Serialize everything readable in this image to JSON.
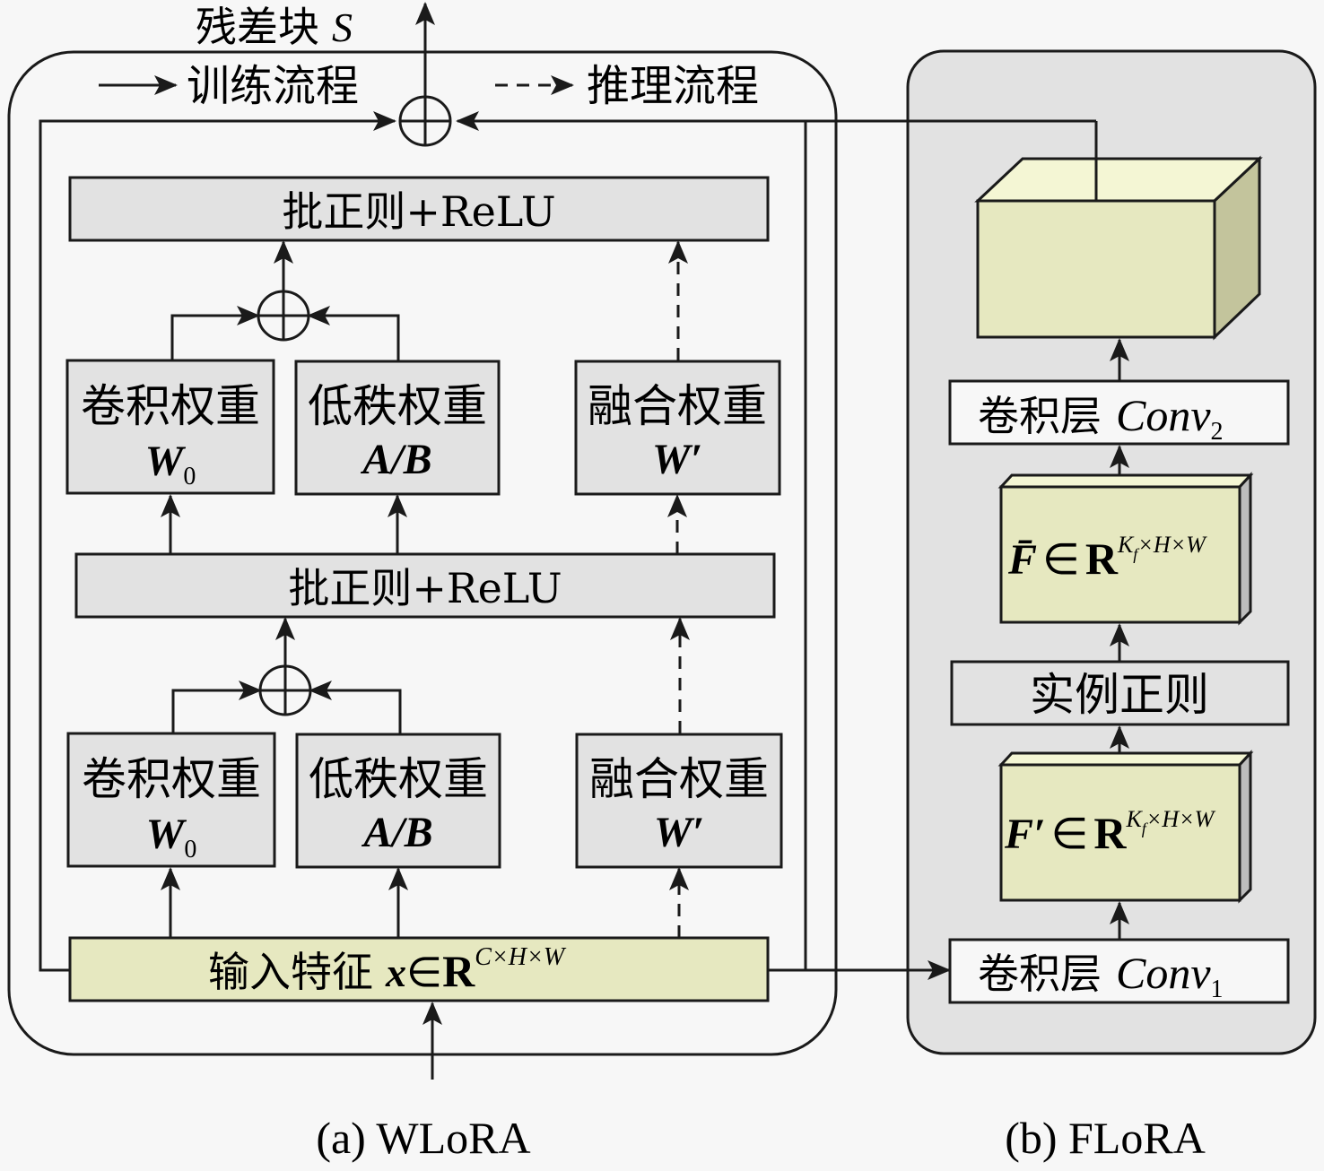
{
  "colors": {
    "background": "#f7f7f7",
    "panel_b_fill": "#e2e2e2",
    "gray_box": "#e2e2e2",
    "feature_fill": "#e6e8c0",
    "cube_top": "#f4f6d4",
    "cube_side": "#c3c49c",
    "slab_side": "#bdbdbd",
    "lavender_edge": "#dcdaf4",
    "line": "#1a1a1a"
  },
  "header": {
    "residual_block_label": "残差块",
    "residual_block_symbol": "S"
  },
  "legend": {
    "training": {
      "label": "训练流程",
      "style": "solid"
    },
    "inference": {
      "label": "推理流程",
      "style": "dashed"
    }
  },
  "panel_a": {
    "caption": "(a) WLoRA",
    "top_bn_relu": "批正则+ReLU",
    "mid_bn_relu": "批正则+ReLU",
    "upper_weights": [
      {
        "label": "卷积权重",
        "symbol": "W",
        "subscript": "0"
      },
      {
        "label": "低秩权重",
        "symbol": "A/B",
        "subscript": ""
      },
      {
        "label": "融合权重",
        "symbol": "W′",
        "subscript": ""
      }
    ],
    "lower_weights": [
      {
        "label": "卷积权重",
        "symbol": "W",
        "subscript": "0"
      },
      {
        "label": "低秩权重",
        "symbol": "A/B",
        "subscript": ""
      },
      {
        "label": "融合权重",
        "symbol": "W′",
        "subscript": ""
      }
    ],
    "input": {
      "label": "输入特征",
      "var": "x",
      "in": "∈",
      "space": "R",
      "dims": "C×H×W"
    }
  },
  "panel_b": {
    "caption": "(b) FLoRA",
    "conv2": {
      "label": "卷积层",
      "symbol": "Conv",
      "subscript": "2"
    },
    "feature_bar": {
      "var": "F̄",
      "in": "∈",
      "space": "R",
      "dims_k": "K",
      "dims_k_sub": "f",
      "dims_rest": "×H×W"
    },
    "instance_norm": "实例正则",
    "feature_prime": {
      "var": "F′",
      "in": "∈",
      "space": "R",
      "dims_k": "K",
      "dims_k_sub": "f",
      "dims_rest": "×H×W"
    },
    "conv1": {
      "label": "卷积层",
      "symbol": "Conv",
      "subscript": "1"
    }
  }
}
